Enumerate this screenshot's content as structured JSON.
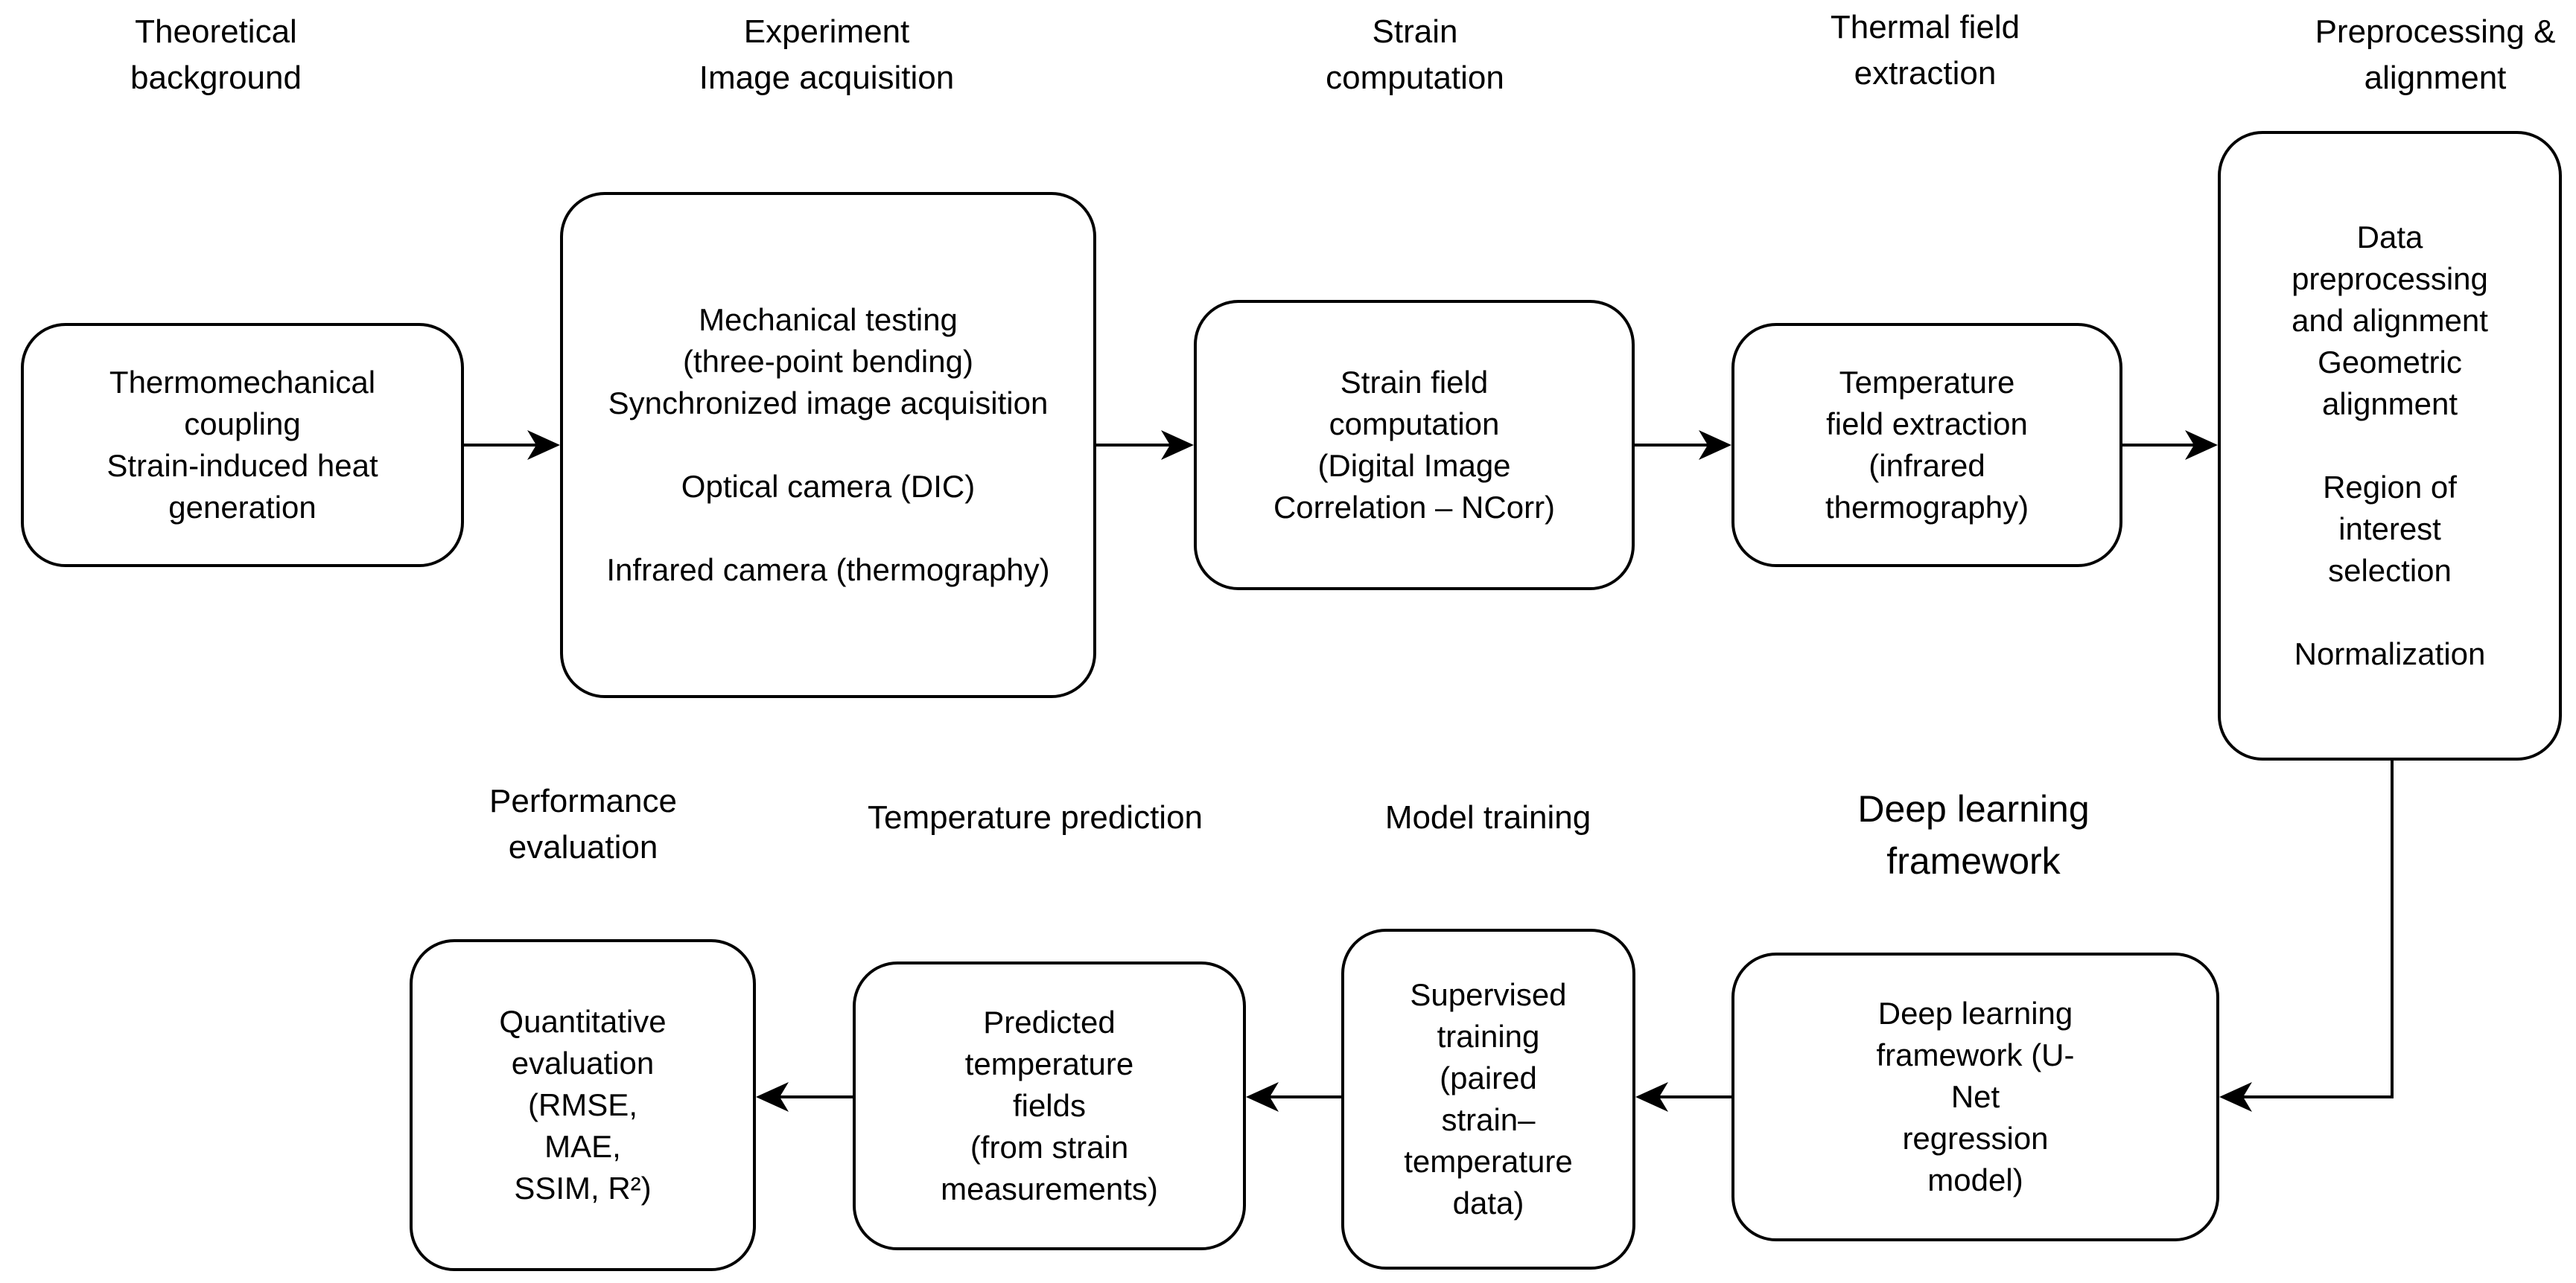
{
  "stages": [
    {
      "id": "theory",
      "label": [
        "Theoretical",
        "background"
      ],
      "box": [
        "Thermomechanical",
        "coupling",
        "Strain-induced heat",
        "generation"
      ]
    },
    {
      "id": "experiment",
      "label": [
        "Experiment",
        "Image acquisition"
      ],
      "box": [
        "Mechanical testing",
        "(three-point bending)",
        "Synchronized image acquisition",
        "",
        "Optical camera (DIC)",
        "",
        "Infrared camera (thermography)"
      ]
    },
    {
      "id": "strain",
      "label": [
        "Strain",
        "computation"
      ],
      "box": [
        "Strain field",
        "computation",
        "(Digital Image",
        "Correlation – NCorr)"
      ]
    },
    {
      "id": "thermal",
      "label": [
        "Thermal field",
        "extraction"
      ],
      "box": [
        "Temperature",
        "field extraction",
        "(infrared",
        "thermography)"
      ]
    },
    {
      "id": "preprocessing",
      "label": [
        "Preprocessing &",
        "alignment"
      ],
      "box": [
        "Data",
        "preprocessing",
        "and alignment",
        "Geometric",
        "alignment",
        "",
        "Region of",
        "interest",
        "selection",
        "",
        "Normalization"
      ]
    },
    {
      "id": "deep-learning",
      "label": [
        "Deep learning",
        "framework"
      ],
      "box": [
        "Deep learning",
        "framework (U-",
        "Net",
        "regression",
        "model)"
      ]
    },
    {
      "id": "training",
      "label": [
        "Model training"
      ],
      "box": [
        "Supervised",
        "training",
        "(paired",
        "strain–",
        "temperature",
        "data)"
      ]
    },
    {
      "id": "prediction",
      "label": [
        "Temperature prediction"
      ],
      "box": [
        "Predicted",
        "temperature",
        "fields",
        "(from strain",
        "measurements)"
      ]
    },
    {
      "id": "evaluation",
      "label": [
        "Performance",
        "evaluation"
      ],
      "box": [
        "Quantitative",
        "evaluation",
        "(RMSE,",
        "MAE,",
        "SSIM, R²)"
      ]
    }
  ],
  "flow": [
    "theory",
    "experiment",
    "strain",
    "thermal",
    "preprocessing",
    "deep-learning",
    "training",
    "prediction",
    "evaluation"
  ]
}
